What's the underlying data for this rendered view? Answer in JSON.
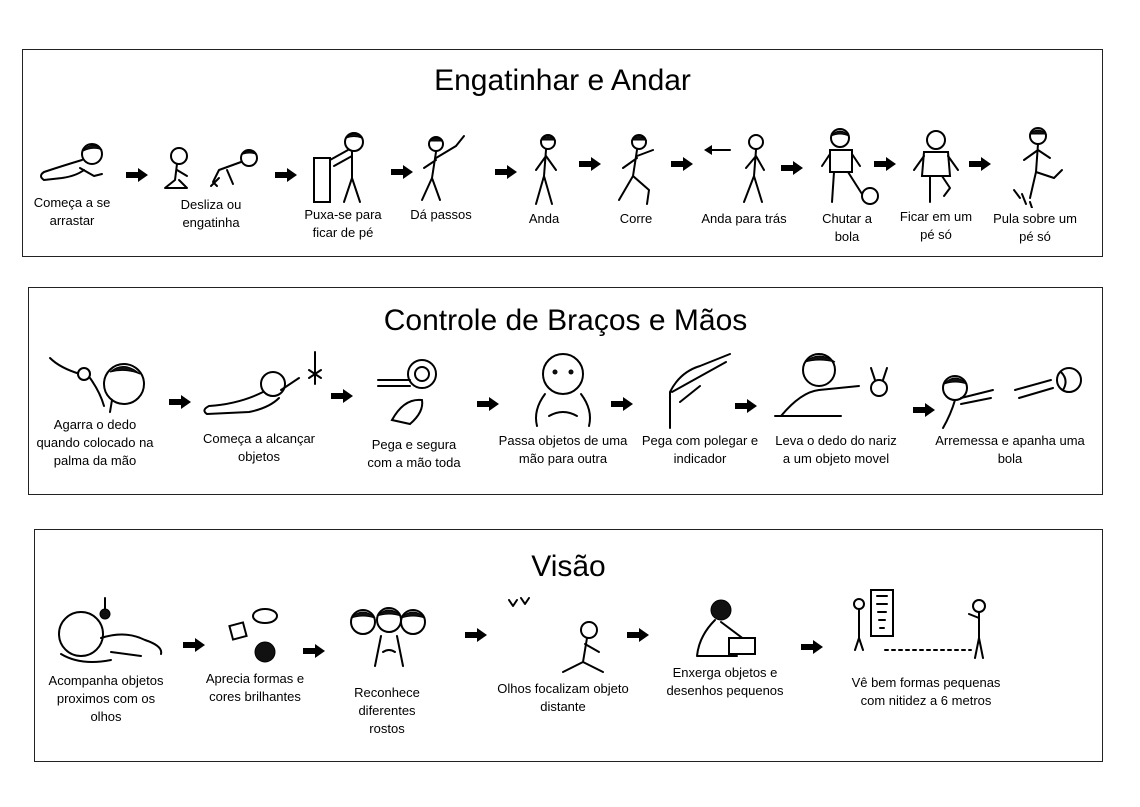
{
  "sections": [
    {
      "title": "Engatinhar e Andar",
      "steps": [
        {
          "caption": "Começa a se arrastar",
          "icon": "crawling-baby-icon"
        },
        {
          "caption": "Desliza ou engatinha",
          "icon": "sitting-crawling-baby-icon"
        },
        {
          "caption": "Puxa-se para ficar de pé",
          "icon": "pulling-up-icon"
        },
        {
          "caption": "Dá passos",
          "icon": "first-steps-icon"
        },
        {
          "caption": "Anda",
          "icon": "walking-child-icon"
        },
        {
          "caption": "Corre",
          "icon": "running-child-icon"
        },
        {
          "caption": "Anda para trás",
          "icon": "walking-backwards-icon"
        },
        {
          "caption": "Chutar a bola",
          "icon": "kicking-ball-icon"
        },
        {
          "caption": "Ficar em um pé só",
          "icon": "one-foot-stand-icon"
        },
        {
          "caption": "Pula sobre um pé só",
          "icon": "one-foot-hop-icon"
        }
      ]
    },
    {
      "title": "Controle de Braços e Mãos",
      "steps": [
        {
          "caption": "Agarra o dedo quando colocado na palma da mão",
          "icon": "grasping-finger-icon"
        },
        {
          "caption": "Começa a alcançar objetos",
          "icon": "reaching-baby-icon"
        },
        {
          "caption": "Pega e segura com a mão toda",
          "icon": "whole-hand-grasp-icon"
        },
        {
          "caption": "Passa objetos de uma mão para outra",
          "icon": "hand-transfer-icon"
        },
        {
          "caption": "Pega com polegar e indicador",
          "icon": "pincer-grasp-icon"
        },
        {
          "caption": "Leva o dedo do nariz a um objeto movel",
          "icon": "finger-to-object-icon"
        },
        {
          "caption": "Arremessa e apanha uma bola",
          "icon": "throwing-ball-icon"
        }
      ]
    },
    {
      "title": "Visão",
      "steps": [
        {
          "caption": "Acompanha objetos proximos com os olhos",
          "icon": "tracking-eyes-icon"
        },
        {
          "caption": "Aprecia formas e cores brilhantes",
          "icon": "bright-shapes-icon"
        },
        {
          "caption": "Reconhece diferentes rostos",
          "icon": "faces-icon"
        },
        {
          "caption": "Olhos focalizam objeto distante",
          "icon": "distant-focus-icon"
        },
        {
          "caption": "Enxerga objetos e desenhos pequenos",
          "icon": "small-objects-icon"
        },
        {
          "caption": "Vê bem formas pequenas com nitidez a 6 metros",
          "icon": "eye-chart-icon"
        }
      ]
    }
  ]
}
